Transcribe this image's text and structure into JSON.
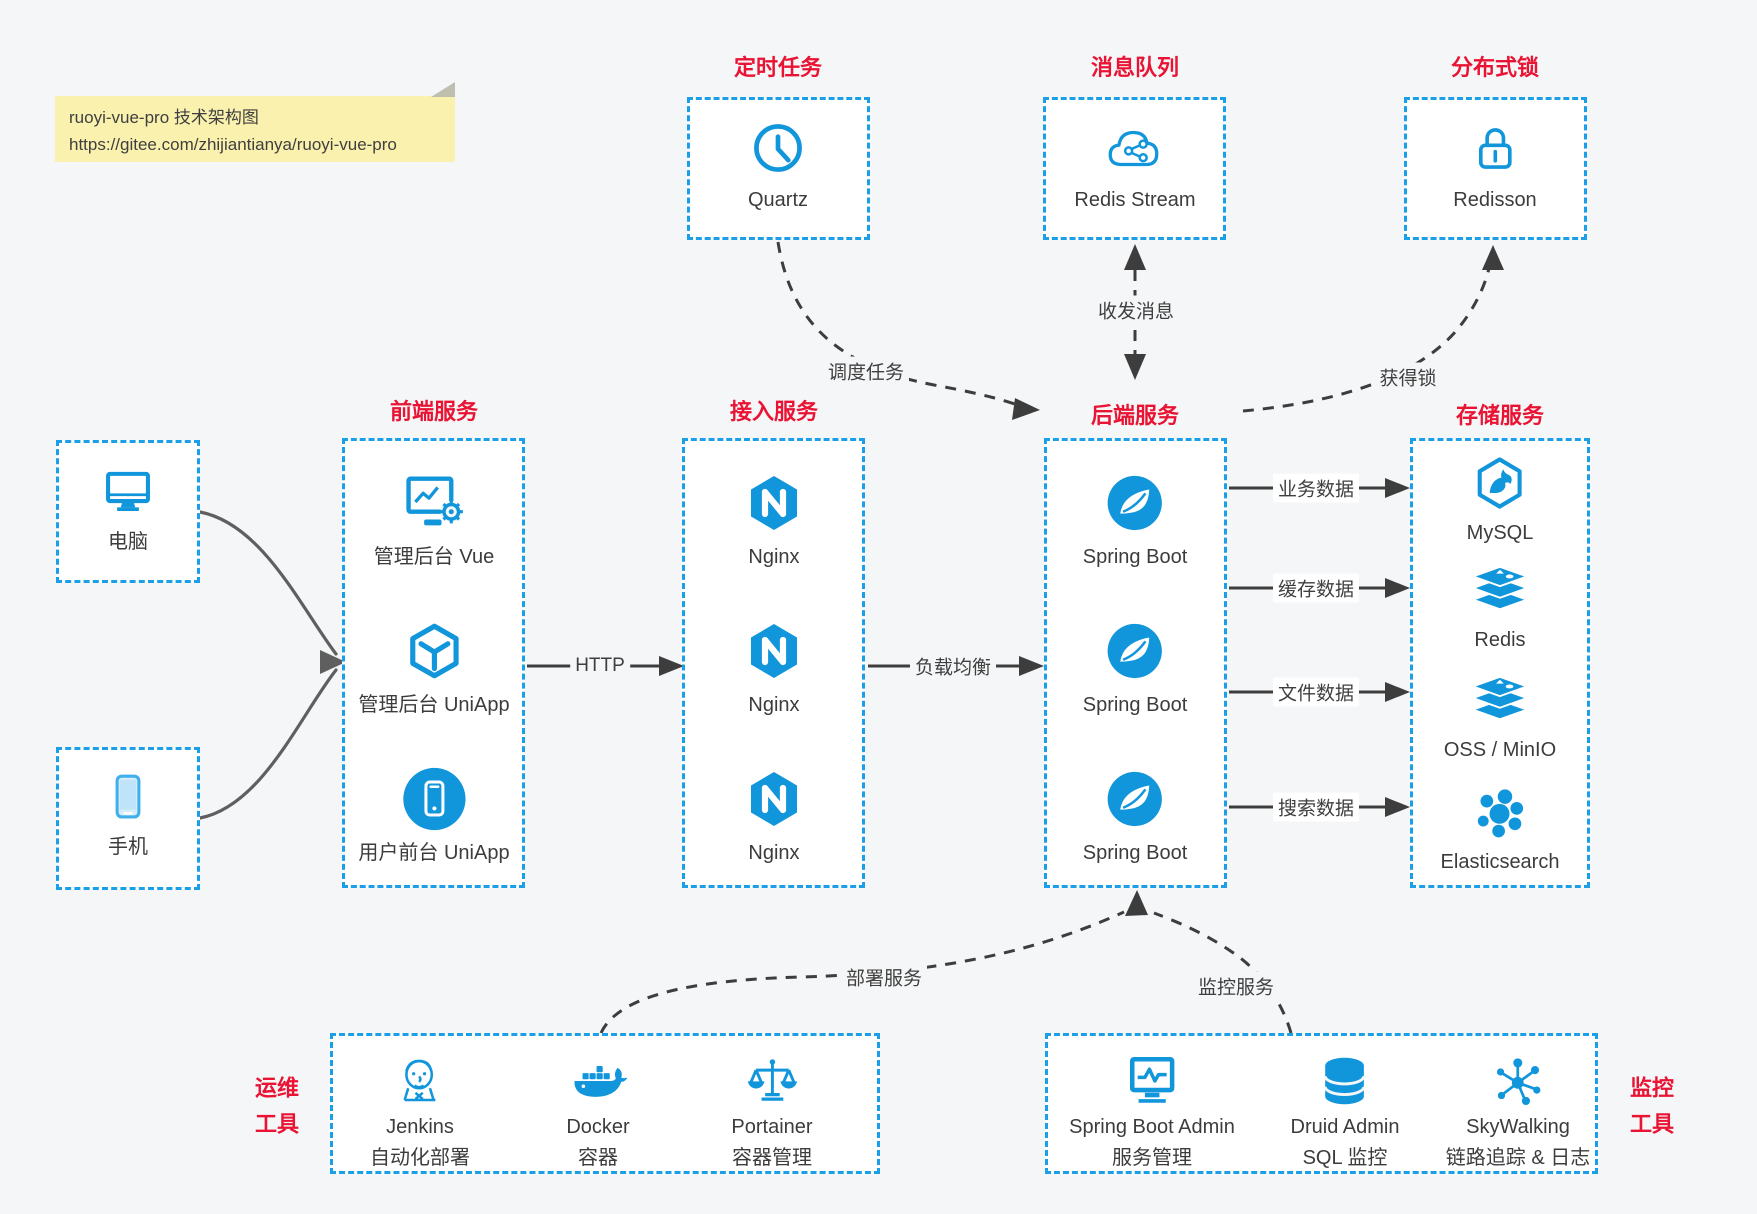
{
  "note": {
    "line1": "ruoyi-vue-pro 技术架构图",
    "line2": "https://gitee.com/zhijiantianya/ruoyi-vue-pro"
  },
  "colors": {
    "accent": "#1296db",
    "border_blue": "#1a9fe8",
    "title_red": "#e91434",
    "ink": "#3c3c3c",
    "background": "#f5f6f7",
    "note_yellow": "#faf1ae"
  },
  "clients": {
    "computer": "电脑",
    "phone": "手机"
  },
  "scheduler": {
    "title": "定时任务",
    "item": "Quartz"
  },
  "mq": {
    "title": "消息队列",
    "item": "Redis Stream"
  },
  "lock": {
    "title": "分布式锁",
    "item": "Redisson"
  },
  "frontend": {
    "title": "前端服务",
    "items": [
      "管理后台 Vue",
      "管理后台 UniApp",
      "用户前台 UniApp"
    ]
  },
  "gateway": {
    "title": "接入服务",
    "items": [
      "Nginx",
      "Nginx",
      "Nginx"
    ]
  },
  "backend": {
    "title": "后端服务",
    "items": [
      "Spring Boot",
      "Spring Boot",
      "Spring Boot"
    ]
  },
  "storage": {
    "title": "存储服务",
    "items": [
      "MySQL",
      "Redis",
      "OSS / MinIO",
      "Elasticsearch"
    ]
  },
  "devops": {
    "title_line1": "运维",
    "title_line2": "工具",
    "items": [
      {
        "name": "Jenkins",
        "desc": "自动化部署"
      },
      {
        "name": "Docker",
        "desc": "容器"
      },
      {
        "name": "Portainer",
        "desc": "容器管理"
      }
    ]
  },
  "monitoring": {
    "title_line1": "监控",
    "title_line2": "工具",
    "items": [
      {
        "name": "Spring Boot Admin",
        "desc": "服务管理"
      },
      {
        "name": "Druid Admin",
        "desc": "SQL 监控"
      },
      {
        "name": "SkyWalking",
        "desc": "链路追踪 & 日志"
      }
    ]
  },
  "edges": {
    "http": "HTTP",
    "load_balance": "负载均衡",
    "schedule": "调度任务",
    "messages": "收发消息",
    "acquire_lock": "获得锁",
    "business_data": "业务数据",
    "cache_data": "缓存数据",
    "file_data": "文件数据",
    "search_data": "搜索数据",
    "deploy": "部署服务",
    "monitor": "监控服务"
  }
}
